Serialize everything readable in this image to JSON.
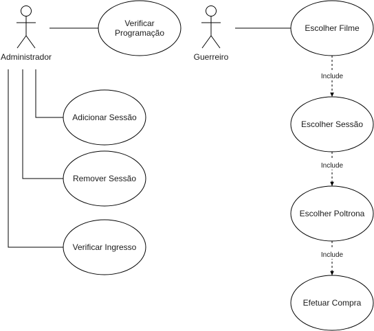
{
  "actors": [
    {
      "id": "administrador",
      "label": "Administrador"
    },
    {
      "id": "guerreiro",
      "label": "Guerreiro"
    }
  ],
  "use_cases": [
    {
      "id": "verificar-programacao",
      "lines": [
        "Verificar",
        "Programação"
      ]
    },
    {
      "id": "adicionar-sessao",
      "lines": [
        "Adicionar Sessão"
      ]
    },
    {
      "id": "remover-sessao",
      "lines": [
        "Remover Sessão"
      ]
    },
    {
      "id": "verificar-ingresso",
      "lines": [
        "Verificar Ingresso"
      ]
    },
    {
      "id": "escolher-filme",
      "lines": [
        "Escolher Filme"
      ]
    },
    {
      "id": "escolher-sessao",
      "lines": [
        "Escolher Sessão"
      ]
    },
    {
      "id": "escolher-poltrona",
      "lines": [
        "Escolher Poltrona"
      ]
    },
    {
      "id": "efetuar-compra",
      "lines": [
        "Efetuar Compra"
      ]
    }
  ],
  "associations": [
    {
      "from": "administrador",
      "to": "verificar-programacao"
    },
    {
      "from": "administrador",
      "to": "adicionar-sessao"
    },
    {
      "from": "administrador",
      "to": "remover-sessao"
    },
    {
      "from": "administrador",
      "to": "verificar-ingresso"
    },
    {
      "from": "guerreiro",
      "to": "escolher-filme"
    }
  ],
  "includes": [
    {
      "from": "escolher-filme",
      "to": "escolher-sessao",
      "label": "Include"
    },
    {
      "from": "escolher-sessao",
      "to": "escolher-poltrona",
      "label": "Include"
    },
    {
      "from": "escolher-poltrona",
      "to": "efetuar-compra",
      "label": "Include"
    }
  ]
}
